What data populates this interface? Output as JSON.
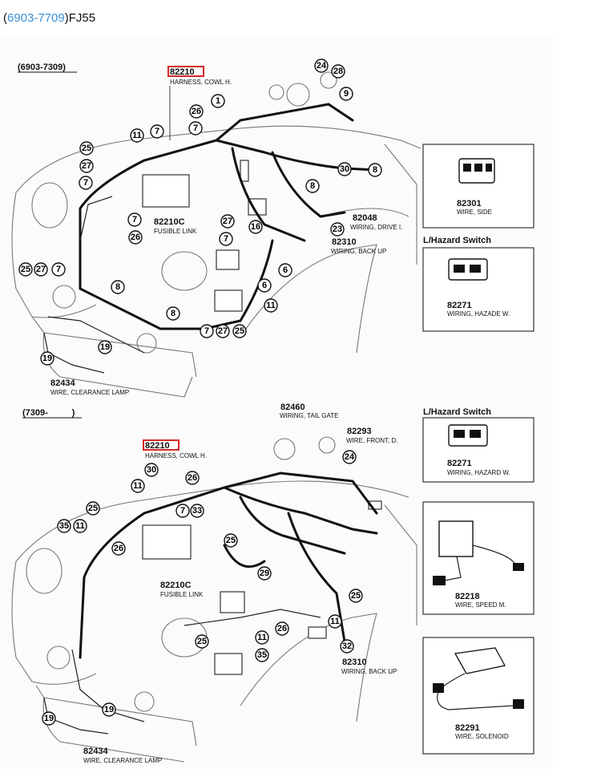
{
  "header": {
    "paren_open": "(",
    "range": "6903-7709",
    "paren_close": ")",
    "model": "FJ55"
  },
  "section1": {
    "title": "(6903-7309)",
    "labels": [
      {
        "num": "82210",
        "desc": "HARNESS, COWL H."
      },
      {
        "num": "82210C",
        "desc": "FUSIBLE LINK"
      },
      {
        "num": "82048",
        "desc": "WIRING, DRIVE I."
      },
      {
        "num": "82310",
        "desc": "WIRING, BACK UP"
      },
      {
        "num": "82434",
        "desc": "WIRE, CLEARANCE LAMP"
      }
    ],
    "callouts": [
      "24",
      "28",
      "9",
      "1",
      "26",
      "7",
      "11",
      "7",
      "25",
      "27",
      "7",
      "8",
      "30",
      "8",
      "7",
      "26",
      "27",
      "16",
      "23",
      "7",
      "25",
      "27",
      "7",
      "8",
      "6",
      "6",
      "11",
      "8",
      "7",
      "27",
      "25",
      "19",
      "19"
    ]
  },
  "section2": {
    "title": "(7309-",
    "title_tail": ")",
    "labels": [
      {
        "num": "82460",
        "desc": "WIRING, TAIL GATE"
      },
      {
        "num": "82293",
        "desc": "WIRE, FRONT, D."
      },
      {
        "num": "82210",
        "desc": "HARNESS, COWL H."
      },
      {
        "num": "82210C",
        "desc": "FUSIBLE LINK"
      },
      {
        "num": "82310",
        "desc": "WIRING, BACK UP"
      },
      {
        "num": "82434",
        "desc": "WIRE, CLEARANCE LAMP"
      }
    ],
    "callouts": [
      "24",
      "30",
      "11",
      "26",
      "25",
      "7",
      "33",
      "35",
      "11",
      "26",
      "25",
      "29",
      "25",
      "26",
      "11",
      "35",
      "25",
      "32",
      "19",
      "19"
    ]
  },
  "insets": [
    {
      "heading": "",
      "num": "82301",
      "desc": "WIRE, SIDE"
    },
    {
      "heading": "L/Hazard Switch",
      "num": "82271",
      "desc": "WIRING, HAZADE W."
    },
    {
      "heading": "L/Hazard Switch",
      "num": "82271",
      "desc": "WIRING, HAZARD W."
    },
    {
      "heading": "",
      "num": "82218",
      "desc": "WIRE, SPEED M."
    },
    {
      "heading": "",
      "num": "82291",
      "desc": "WIRE, SOLENOID"
    }
  ],
  "colors": {
    "link": "#3a8fd6",
    "highlight_box": "#d62828"
  }
}
